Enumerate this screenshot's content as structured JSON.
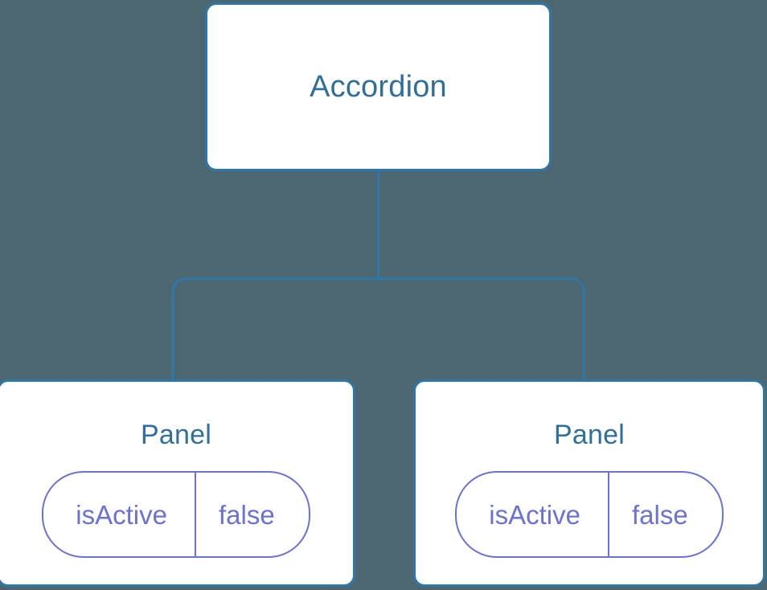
{
  "diagram": {
    "type": "component-tree",
    "background_color": "#4c6771",
    "node_border_color": "#2f77a8",
    "node_fill_color": "#ffffff",
    "node_title_color": "#2f6f9e",
    "prop_pill_color": "#6a72d8",
    "edge_color": "#2f77a8",
    "root": {
      "title": "Accordion"
    },
    "children": [
      {
        "title": "Panel",
        "prop": {
          "key": "isActive",
          "value": "false"
        }
      },
      {
        "title": "Panel",
        "prop": {
          "key": "isActive",
          "value": "false"
        }
      }
    ]
  }
}
